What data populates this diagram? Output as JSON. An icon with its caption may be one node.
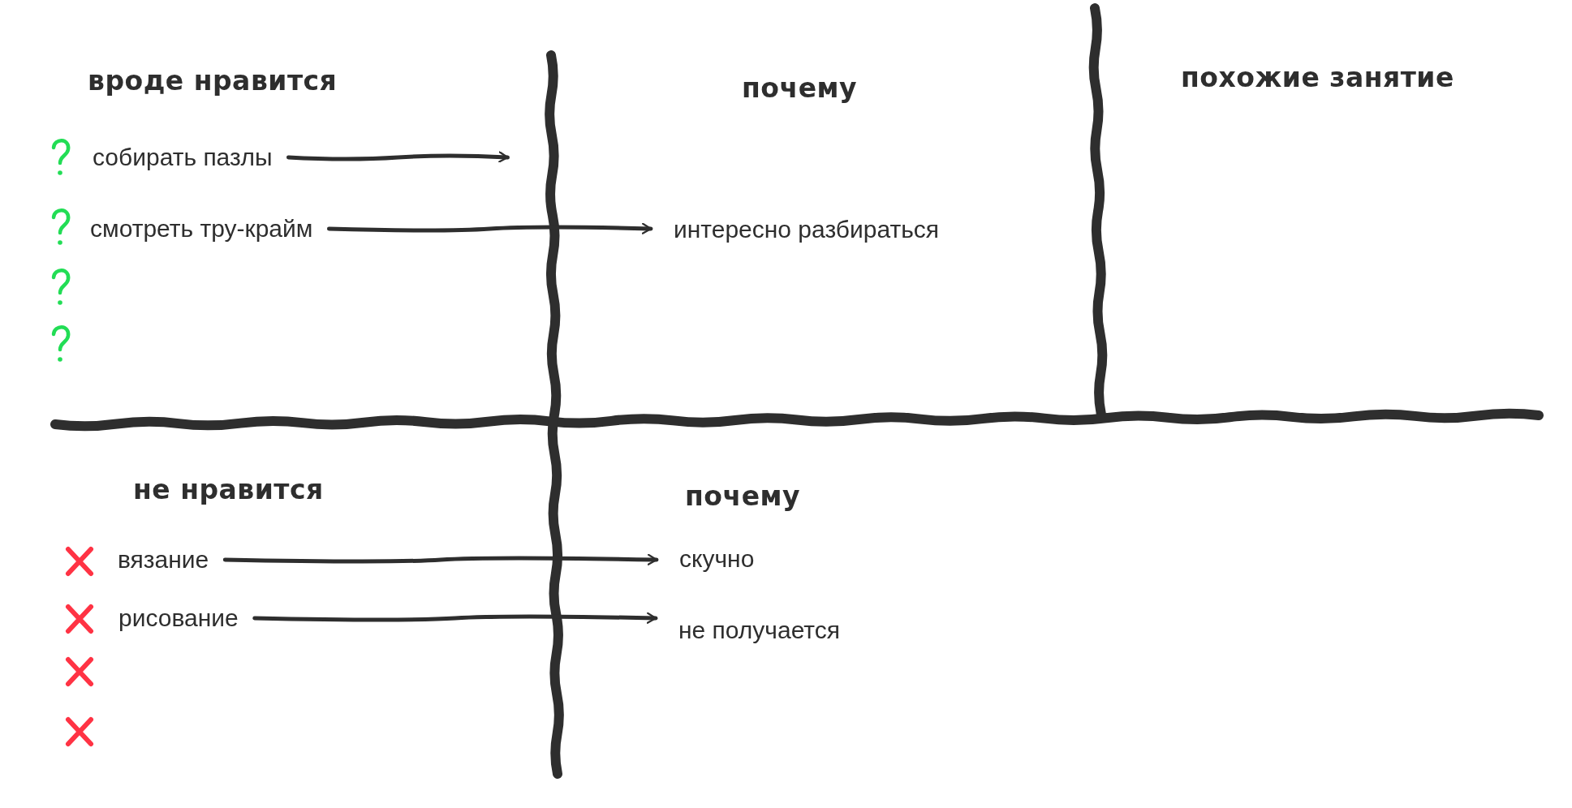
{
  "diagram": {
    "nodes": [
      {
        "text": [
          "собирать пазлы"
        ]
      },
      {
        "text": [
          "смотреть тру-крайм"
        ]
      },
      {
        "text": [
          "интересно разбираться"
        ]
      },
      {
        "text": [
          "вязание"
        ]
      },
      {
        "text": [
          "рисование"
        ]
      },
      {
        "text": [
          "скучно"
        ]
      },
      {
        "text": [
          "не получается"
        ]
      }
    ],
    "edges": [
      {
        "from": 0,
        "to": null,
        "arrow": "to"
      },
      {
        "from": 1,
        "to": 2,
        "arrow": "to"
      },
      {
        "from": 3,
        "to": 5,
        "arrow": "to"
      },
      {
        "from": 4,
        "to": 6,
        "arrow": "to"
      }
    ],
    "labels": [
      "вроде нравится",
      "почему",
      "похожие занятие",
      "не нравится",
      "почему"
    ]
  }
}
